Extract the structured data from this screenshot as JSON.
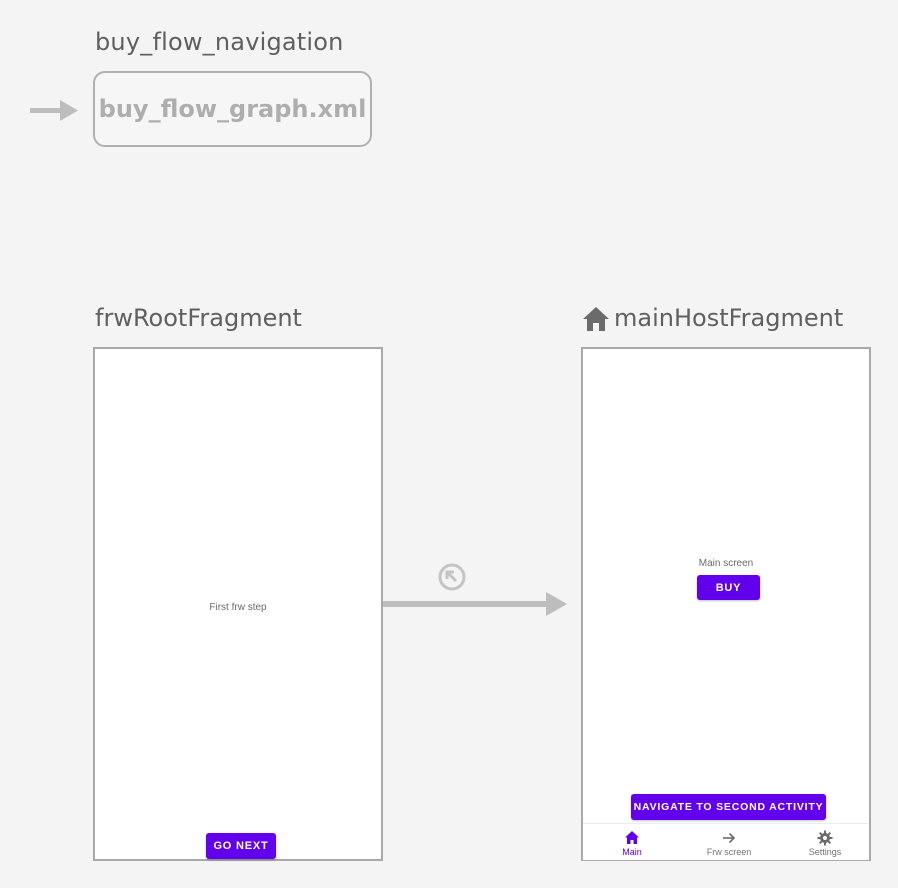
{
  "graph": {
    "name": "buy_flow_navigation",
    "include_file": "buy_flow_graph.xml"
  },
  "destinations": {
    "frw_root": {
      "label": "frwRootFragment",
      "body_text": "First frw step",
      "button_label": "GO NEXT"
    },
    "main_host": {
      "label": "mainHostFragment",
      "start_destination_icon": "home-icon",
      "body_text": "Main screen",
      "buy_label": "BUY",
      "navigate_label": "NAVIGATE TO SECOND ACTIVITY",
      "bottom_nav": [
        {
          "label": "Main",
          "icon": "home-icon",
          "active": true
        },
        {
          "label": "Frw screen",
          "icon": "arrow-right-icon",
          "active": false
        },
        {
          "label": "Settings",
          "icon": "gear-icon",
          "active": false
        }
      ]
    }
  },
  "action": {
    "icon": "pop-up-to-icon"
  },
  "colors": {
    "accent": "#6200ee",
    "background": "#f4f4f4",
    "connector": "#bdbdbd",
    "text": "#5f5f5f"
  }
}
